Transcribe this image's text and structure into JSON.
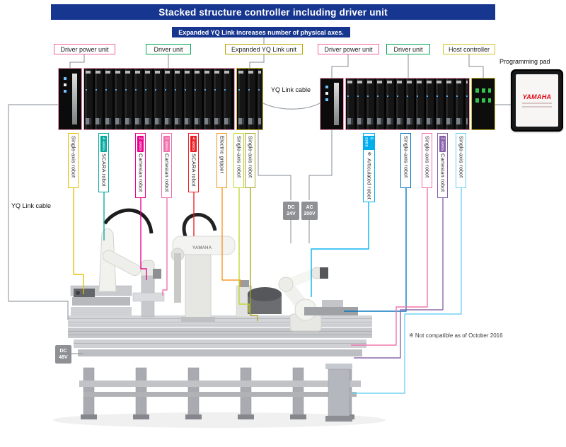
{
  "palette": {
    "navy": "#17368f",
    "line_gray": "#9aa0a6",
    "label_pink": "#f0649b",
    "label_green": "#00a651",
    "label_olive": "#b8a400",
    "label_yellow": "#d4c42a",
    "rack_pink": "#f09ab8",
    "rack_yellow": "#cdbd2e",
    "brand_red": "#e60012"
  },
  "title": "Stacked structure controller including driver unit",
  "callout": "Expanded YQ Link increases number of physical axes.",
  "top_labels": {
    "driver_power_left": "Driver power unit",
    "driver_unit_left": "Driver unit",
    "expanded_yq": "Expanded YQ Link unit",
    "driver_power_right": "Driver power unit",
    "driver_unit_right": "Driver unit",
    "host_controller": "Host controller",
    "programming_pad": "Programming pad"
  },
  "cables": {
    "yq_link_top": "YQ Link cable",
    "yq_link_left": "YQ Link cable"
  },
  "left_labels": [
    {
      "label": "Single-axis robot",
      "color": "#e3c000"
    },
    {
      "label": "SCARA robot",
      "axes": "4 axes",
      "color": "#00a99d"
    },
    {
      "label": "Cartesian robot",
      "axes": "2 axes",
      "color": "#ec008c"
    },
    {
      "label": "Cartesian robot",
      "axes": "2 axes",
      "color": "#f06eaa"
    },
    {
      "label": "SCARA robot",
      "axes": "4 axes",
      "color": "#ed1c24"
    },
    {
      "label": "Electric gripper",
      "color": "#f7941d"
    },
    {
      "label": "Single-axis robot",
      "color": "#bfd730"
    },
    {
      "label": "Single-axis robot",
      "color": "#a8a41e"
    }
  ],
  "right_labels": [
    {
      "label": "Articulated robot",
      "axes": "6 axes",
      "marker": "※",
      "color": "#00aeef"
    },
    {
      "label": "Single-axis robot",
      "color": "#0072bc"
    },
    {
      "label": "Single-axis robot",
      "color": "#f06eaa"
    },
    {
      "label": "Cartesian robot",
      "axes": "2 axes",
      "color": "#8560a8"
    },
    {
      "label": "Single-axis robot",
      "color": "#6dcff6"
    }
  ],
  "power": {
    "dc24": {
      "l1": "DC",
      "l2": "24V"
    },
    "ac200": {
      "l1": "AC",
      "l2": "200V"
    },
    "dc48": {
      "l1": "DC",
      "l2": "48V"
    }
  },
  "note": "※ Not compatible as of October 2016",
  "brand": "YAMAHA"
}
